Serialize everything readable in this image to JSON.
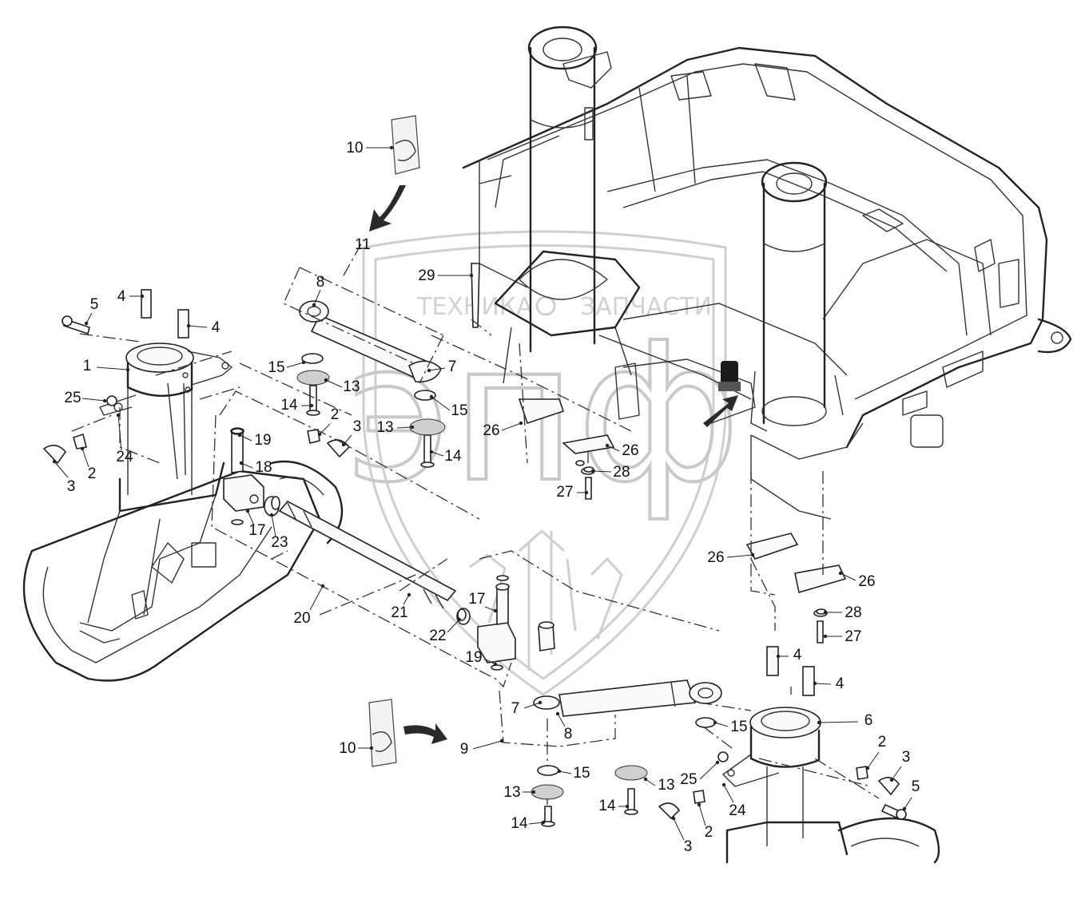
{
  "watermark": {
    "brand_left": "ТЕХНИКА",
    "brand_right": "ЗАПЧАСТИ",
    "logo_letters": "эпф"
  },
  "callouts": [
    {
      "id": "c10a",
      "text": "10"
    },
    {
      "id": "c11",
      "text": "11"
    },
    {
      "id": "c29",
      "text": "29"
    },
    {
      "id": "c8a",
      "text": "8"
    },
    {
      "id": "c4a",
      "text": "4"
    },
    {
      "id": "c4b",
      "text": "4"
    },
    {
      "id": "c5a",
      "text": "5"
    },
    {
      "id": "c1",
      "text": "1"
    },
    {
      "id": "c15a",
      "text": "15"
    },
    {
      "id": "c13a",
      "text": "13"
    },
    {
      "id": "c7a",
      "text": "7"
    },
    {
      "id": "c15b",
      "text": "15"
    },
    {
      "id": "c25a",
      "text": "25"
    },
    {
      "id": "c14a",
      "text": "14"
    },
    {
      "id": "c2a",
      "text": "2"
    },
    {
      "id": "c3a",
      "text": "3"
    },
    {
      "id": "c13b",
      "text": "13"
    },
    {
      "id": "c26a",
      "text": "26"
    },
    {
      "id": "c24a",
      "text": "24"
    },
    {
      "id": "c19a",
      "text": "19"
    },
    {
      "id": "c14b",
      "text": "14"
    },
    {
      "id": "c26b",
      "text": "26"
    },
    {
      "id": "c3b",
      "text": "3"
    },
    {
      "id": "c2b",
      "text": "2"
    },
    {
      "id": "c18",
      "text": "18"
    },
    {
      "id": "c28a",
      "text": "28"
    },
    {
      "id": "c27a",
      "text": "27"
    },
    {
      "id": "c17a",
      "text": "17"
    },
    {
      "id": "c23",
      "text": "23"
    },
    {
      "id": "c26c",
      "text": "26"
    },
    {
      "id": "c26d",
      "text": "26"
    },
    {
      "id": "c20",
      "text": "20"
    },
    {
      "id": "c21",
      "text": "21"
    },
    {
      "id": "c17b",
      "text": "17"
    },
    {
      "id": "c28b",
      "text": "28"
    },
    {
      "id": "c22",
      "text": "22"
    },
    {
      "id": "c27b",
      "text": "27"
    },
    {
      "id": "c19b",
      "text": "19"
    },
    {
      "id": "c4c",
      "text": "4"
    },
    {
      "id": "c4d",
      "text": "4"
    },
    {
      "id": "c7b",
      "text": "7"
    },
    {
      "id": "c6",
      "text": "6"
    },
    {
      "id": "c8b",
      "text": "8"
    },
    {
      "id": "c15c",
      "text": "15"
    },
    {
      "id": "c9",
      "text": "9"
    },
    {
      "id": "c10b",
      "text": "10"
    },
    {
      "id": "c2c",
      "text": "2"
    },
    {
      "id": "c3c",
      "text": "3"
    },
    {
      "id": "c15d",
      "text": "15"
    },
    {
      "id": "c13c",
      "text": "13"
    },
    {
      "id": "c25b",
      "text": "25"
    },
    {
      "id": "c5b",
      "text": "5"
    },
    {
      "id": "c13d",
      "text": "13"
    },
    {
      "id": "c14c",
      "text": "14"
    },
    {
      "id": "c24b",
      "text": "24"
    },
    {
      "id": "c14d",
      "text": "14"
    },
    {
      "id": "c2d",
      "text": "2"
    },
    {
      "id": "c3d",
      "text": "3"
    }
  ]
}
